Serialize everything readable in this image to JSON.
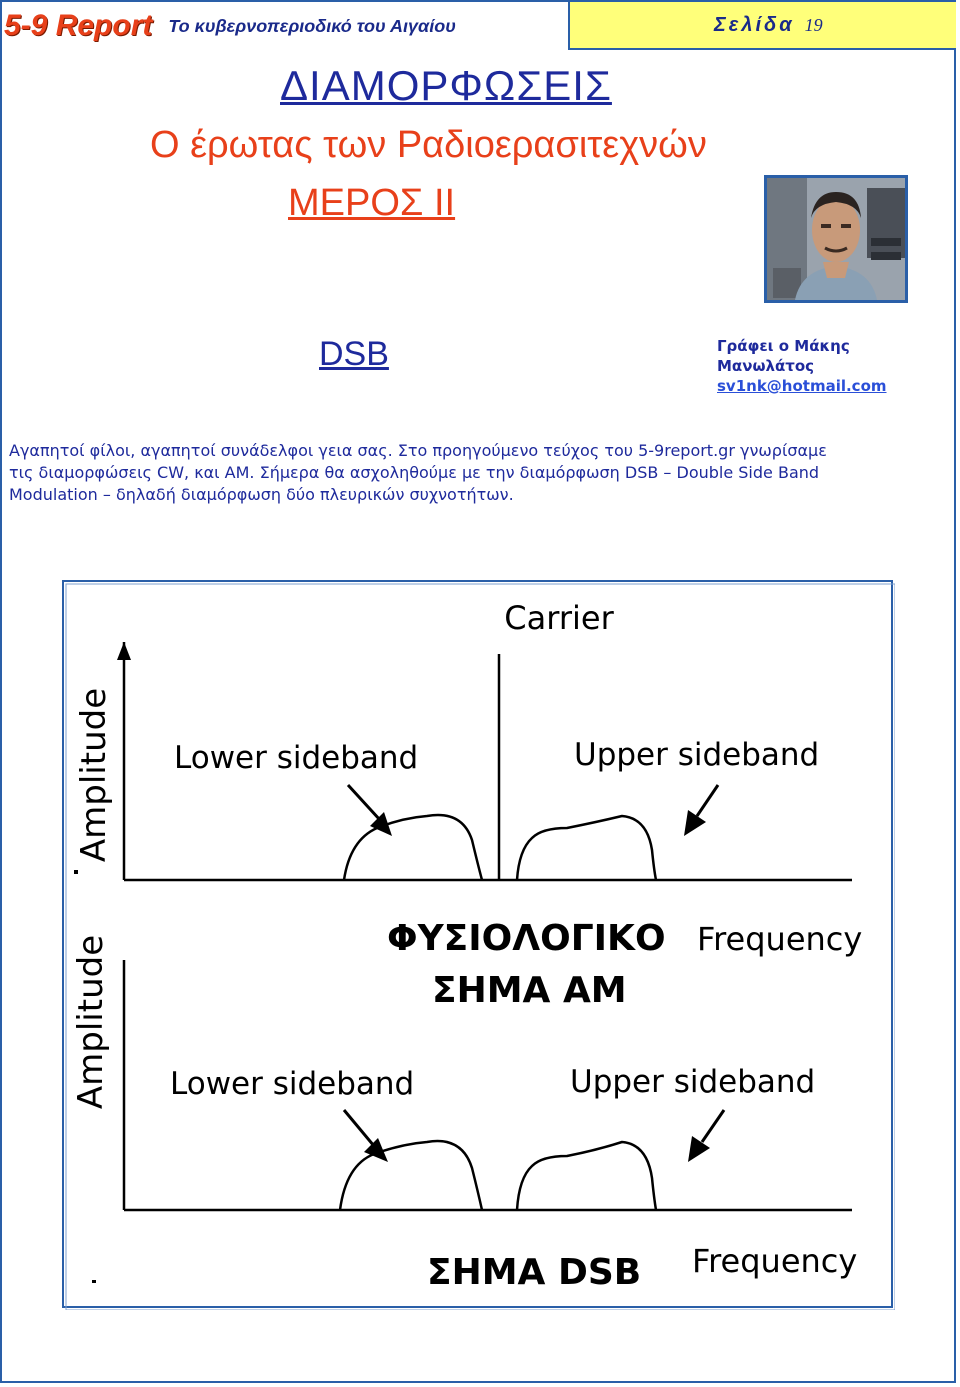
{
  "header": {
    "brand": "5-9 Report",
    "tagline": "Το κυβερνοπεριοδικό του Αιγαίου",
    "page_label": "Σελίδα",
    "page_number": "19"
  },
  "title": {
    "line1": "ΔΙΑΜΟΡΦΩΣΕΙΣ",
    "line2": "Ο έρωτας των Ραδιοερασιτεχνών",
    "line3": "ΜΕΡΟΣ ΙΙ"
  },
  "section_heading": "DSB",
  "author": {
    "line1": "Γράφει ο Μάκης",
    "line2": "Μανωλάτος",
    "email": "sv1nk@hotmail.com"
  },
  "body": {
    "line1": "Αγαπητοί φίλοι, αγαπητοί συνάδελφοι γεια σας. Στο προηγούμενο τεύχος του 5-9report.gr γνωρίσαμε",
    "line2": "τις διαμορφώσεις CW, και AM. Σήμερα θα ασχοληθούμε με την διαμόρφωση DSB – Double Side Band",
    "line3": "Modulation – δηλαδή διαμόρφωση δύο πλευρικών συχνοτήτων."
  },
  "figure": {
    "top": {
      "y_label": "Amplitude",
      "carrier_label": "Carrier",
      "lower_label": "Lower sideband",
      "upper_label": "Upper sideband",
      "x_label": "Frequency",
      "caption_line1": "ΦΥΣΙΟΛΟΓΙΚΟ",
      "caption_line2": "ΣΗΜΑ AM"
    },
    "bottom": {
      "y_label": "Amplitude",
      "lower_label": "Lower sideband",
      "upper_label": "Upper sideband",
      "x_label": "Frequency",
      "caption": "ΣΗΜΑ DSB"
    }
  },
  "colors": {
    "brand": "#e8401a",
    "text_blue": "#1e2a9c",
    "frame_blue": "#2a5fa8",
    "page_box": "#ffff7a"
  }
}
